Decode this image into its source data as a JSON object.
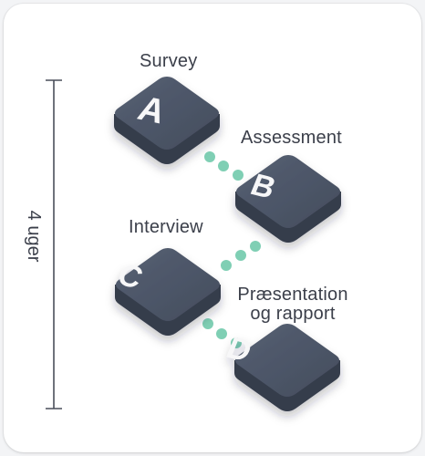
{
  "duration_label": "4 uger",
  "steps": [
    {
      "letter": "A",
      "title": "Survey"
    },
    {
      "letter": "B",
      "title": "Assessment"
    },
    {
      "letter": "C",
      "title": "Interview"
    },
    {
      "letter": "D",
      "title_line1": "Præsentation",
      "title_line2": "og rapport"
    }
  ],
  "colors": {
    "tile_top": "#4b5466",
    "tile_side": "#353c4b",
    "letter": "#f7f7f8",
    "connector_dots": "#7fcfb4",
    "bracket_line": "#4a4f5a",
    "text": "#3b3f4a"
  }
}
